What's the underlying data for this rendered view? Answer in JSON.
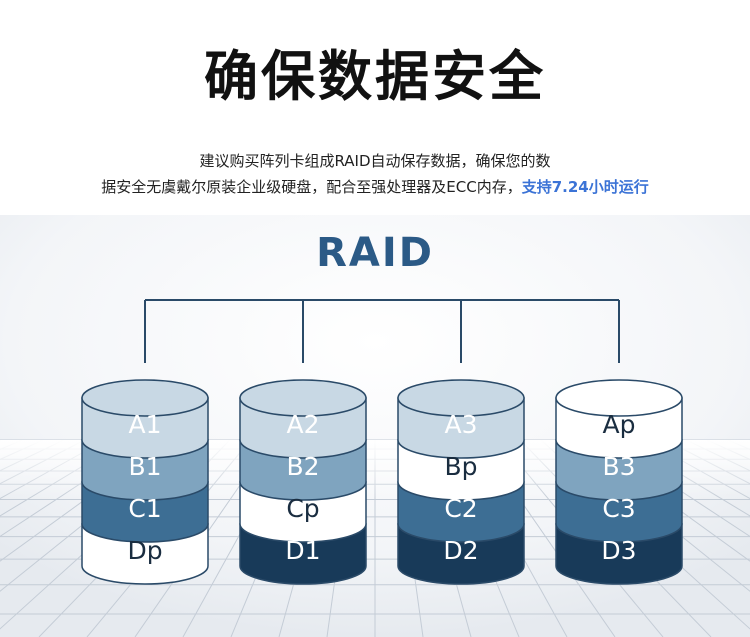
{
  "title": "确保数据安全",
  "description": {
    "line1": "建议购买阵列卡组成RAID自动保存数据，确保您的数",
    "line2_main": "据安全无虞戴尔原装企业级硬盘，配合至强处理器及ECC内存，",
    "line2_highlight": "支持7.24小时运行"
  },
  "raid_label": "RAID",
  "colors": {
    "highlight": "#3b73d6",
    "raid_label": "#2b5a86",
    "segment_fills": [
      "#c8d8e4",
      "#7fa4bf",
      "#3d6e94",
      "#183a59",
      "#ffffff"
    ],
    "line": "#2a4a68"
  },
  "disks": [
    {
      "segments": [
        {
          "label": "A1",
          "shade": 0
        },
        {
          "label": "B1",
          "shade": 1
        },
        {
          "label": "C1",
          "shade": 2
        },
        {
          "label": "Dp",
          "shade": 4
        }
      ]
    },
    {
      "segments": [
        {
          "label": "A2",
          "shade": 0
        },
        {
          "label": "B2",
          "shade": 1
        },
        {
          "label": "Cp",
          "shade": 4
        },
        {
          "label": "D1",
          "shade": 3
        }
      ]
    },
    {
      "segments": [
        {
          "label": "A3",
          "shade": 0
        },
        {
          "label": "Bp",
          "shade": 4
        },
        {
          "label": "C2",
          "shade": 2
        },
        {
          "label": "D2",
          "shade": 3
        }
      ]
    },
    {
      "segments": [
        {
          "label": "Ap",
          "shade": 4
        },
        {
          "label": "B3",
          "shade": 1
        },
        {
          "label": "C3",
          "shade": 2
        },
        {
          "label": "D3",
          "shade": 3
        }
      ]
    }
  ]
}
